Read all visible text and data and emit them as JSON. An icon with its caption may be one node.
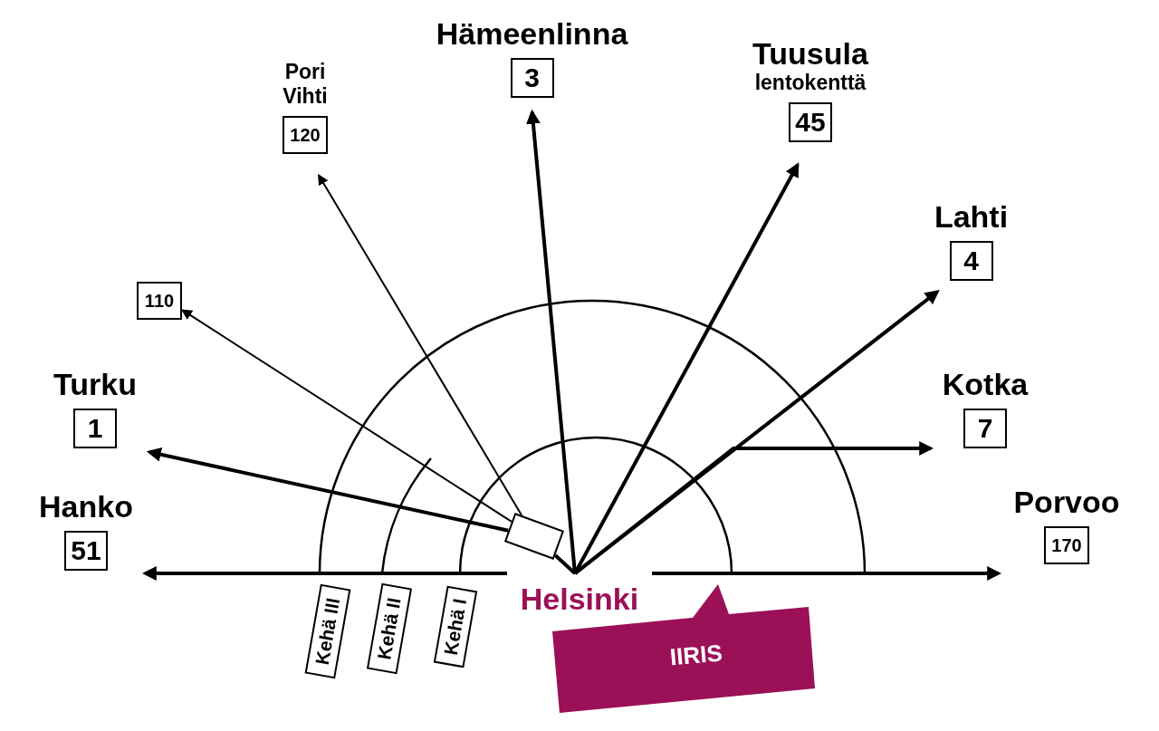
{
  "diagram": {
    "nodes": [
      {
        "text": [
          "Helsinki"
        ]
      },
      {
        "text": [
          "Hanko",
          "51"
        ]
      },
      {
        "text": [
          "Turku",
          "1"
        ]
      },
      {
        "text": [
          "110"
        ]
      },
      {
        "text": [
          "Pori Vihti",
          "120"
        ]
      },
      {
        "text": [
          "Hämeenlinna",
          "3"
        ]
      },
      {
        "text": [
          "Tuusula",
          "lentokenttä",
          "45"
        ]
      },
      {
        "text": [
          "Lahti",
          "4"
        ]
      },
      {
        "text": [
          "Kotka",
          "7"
        ]
      },
      {
        "text": [
          "Porvoo",
          "170"
        ]
      },
      {
        "text": [],
        "shape": "box"
      },
      {
        "text": [
          "Kehä III"
        ]
      },
      {
        "text": [
          "Kehä II"
        ]
      },
      {
        "text": [
          "Kehä I"
        ]
      },
      {
        "text": [
          "IIRIS"
        ]
      }
    ],
    "edges": [
      {
        "from": 0,
        "to": 1,
        "arrow": "to"
      },
      {
        "from": 0,
        "to": 9,
        "arrow": "to"
      },
      {
        "from": 0,
        "to": 10,
        "arrow": "none"
      },
      {
        "from": 10,
        "to": 2,
        "arrow": "to"
      },
      {
        "from": 10,
        "to": 3,
        "arrow": "to"
      },
      {
        "from": 10,
        "to": 4,
        "arrow": "to"
      },
      {
        "from": 0,
        "to": 5,
        "arrow": "to"
      },
      {
        "from": 0,
        "to": 6,
        "arrow": "to"
      },
      {
        "from": 0,
        "to": 7,
        "arrow": "to"
      },
      {
        "from": 0,
        "to": 8,
        "arrow": "to"
      }
    ]
  }
}
